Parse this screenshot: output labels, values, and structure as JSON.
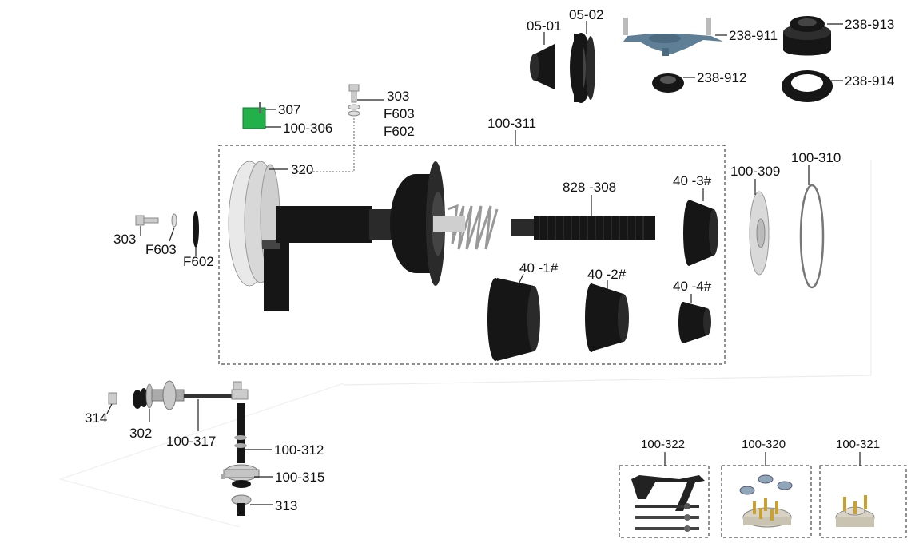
{
  "labels": {
    "p0501": "05-01",
    "p0502": "05-02",
    "p238911": "238-911",
    "p238912": "238-912",
    "p238913": "238-913",
    "p238914": "238-914",
    "p307": "307",
    "p100306": "100-306",
    "p303top": "303",
    "pF603top": "F603",
    "pF602top": "F602",
    "p100311": "100-311",
    "p320": "320",
    "p828308": "828 -308",
    "p403": "40 -3#",
    "p100309": "100-309",
    "p100310": "100-310",
    "p303left": "303",
    "pF603left": "F603",
    "pF602left": "F602",
    "p401": "40 -1#",
    "p402": "40 -2#",
    "p404": "40 -4#",
    "p314": "314",
    "p302": "302",
    "p100317": "100-317",
    "p100312": "100-312",
    "p100315": "100-315",
    "p313": "313",
    "p100322": "100-322",
    "p100320": "100-320",
    "p100321": "100-321"
  },
  "colors": {
    "accent_green": "#22b04a",
    "part_black": "#161616",
    "part_grey": "#bdbdbd",
    "nut_blue": "#5f7f96",
    "brass": "#c9a032"
  },
  "icons": {
    "main_assembly": "wheel-balancer-shaft-assembly-icon",
    "green_board": "circuit-board-icon"
  }
}
